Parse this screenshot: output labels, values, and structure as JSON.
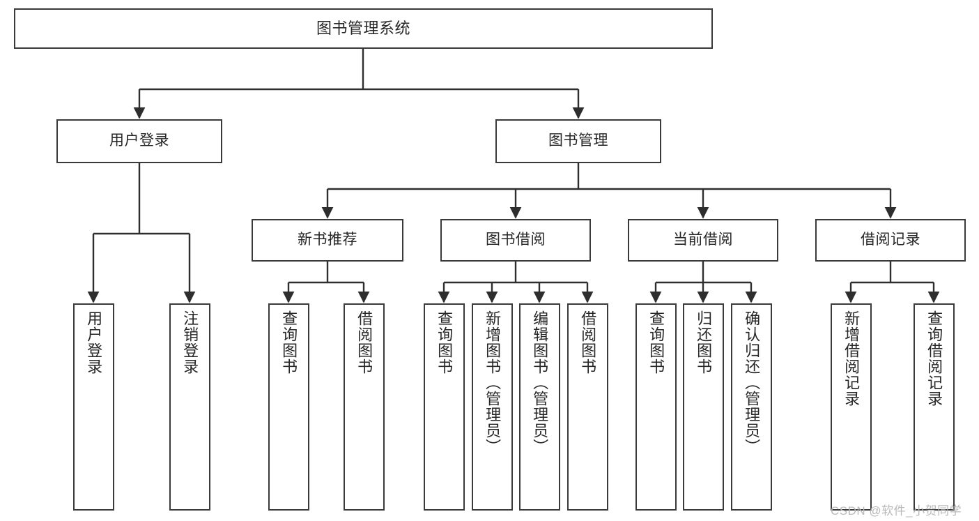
{
  "diagram": {
    "type": "tree",
    "title": "图书管理系统",
    "root": {
      "id": "root",
      "label": "图书管理系统",
      "orientation": "horizontal"
    },
    "level1": [
      {
        "id": "user-login",
        "label": "用户登录",
        "orientation": "horizontal"
      },
      {
        "id": "book-manage",
        "label": "图书管理",
        "orientation": "horizontal"
      }
    ],
    "level2": [
      {
        "id": "new-book-recommend",
        "label": "新书推荐",
        "orientation": "horizontal",
        "parent": "book-manage"
      },
      {
        "id": "book-borrow",
        "label": "图书借阅",
        "orientation": "horizontal",
        "parent": "book-manage"
      },
      {
        "id": "current-borrow",
        "label": "当前借阅",
        "orientation": "horizontal",
        "parent": "book-manage"
      },
      {
        "id": "borrow-record",
        "label": "借阅记录",
        "orientation": "horizontal",
        "parent": "book-manage"
      }
    ],
    "leaves": [
      {
        "id": "leaf-user-login",
        "label": "用户登录",
        "parent": "user-login"
      },
      {
        "id": "leaf-logout",
        "label": "注销登录",
        "parent": "user-login"
      },
      {
        "id": "leaf-query-book-1",
        "label": "查询图书",
        "parent": "new-book-recommend"
      },
      {
        "id": "leaf-borrow-book-1",
        "label": "借阅图书",
        "parent": "new-book-recommend"
      },
      {
        "id": "leaf-query-book-2",
        "label": "查询图书",
        "parent": "book-borrow"
      },
      {
        "id": "leaf-add-book",
        "label": "新增图书（管理员）",
        "parent": "book-borrow"
      },
      {
        "id": "leaf-edit-book",
        "label": "编辑图书（管理员）",
        "parent": "book-borrow"
      },
      {
        "id": "leaf-borrow-book-2",
        "label": "借阅图书",
        "parent": "book-borrow"
      },
      {
        "id": "leaf-query-book-3",
        "label": "查询图书",
        "parent": "current-borrow"
      },
      {
        "id": "leaf-return-book",
        "label": "归还图书",
        "parent": "current-borrow"
      },
      {
        "id": "leaf-confirm-return",
        "label": "确认归还（管理员）",
        "parent": "current-borrow"
      },
      {
        "id": "leaf-add-record",
        "label": "新增借阅记录",
        "parent": "borrow-record"
      },
      {
        "id": "leaf-query-record",
        "label": "查询借阅记录",
        "parent": "borrow-record"
      }
    ]
  },
  "watermark": {
    "text": "CSDN @软件_小贺同学"
  },
  "colors": {
    "stroke": "#3a3a3a",
    "text": "#262626",
    "background": "#ffffff",
    "watermark": "#b9b9b9"
  }
}
